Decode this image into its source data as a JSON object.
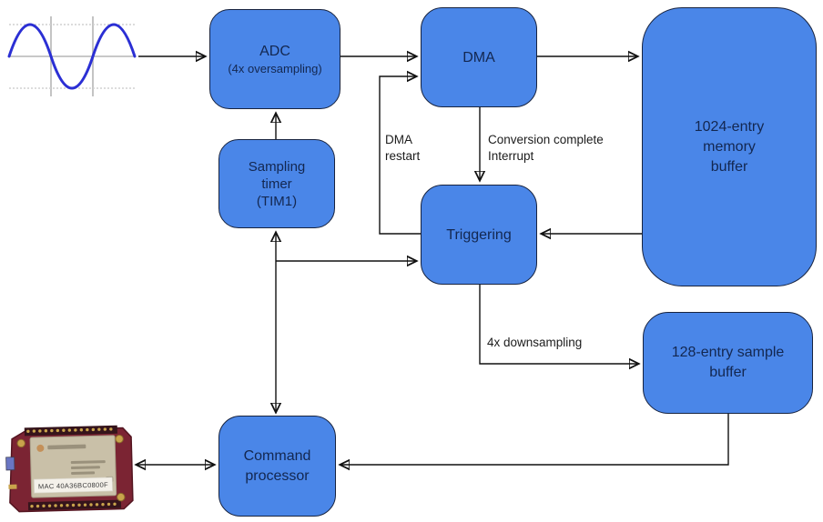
{
  "diagram": {
    "boxes": {
      "adc": {
        "title": "ADC",
        "subtitle": "(4x oversampling)"
      },
      "dma": {
        "title": "DMA"
      },
      "memory_buffer": {
        "line1": "1024-entry",
        "line2": "memory",
        "line3": "buffer"
      },
      "sampling_timer": {
        "line1": "Sampling",
        "line2": "timer",
        "line3": "(TIM1)"
      },
      "triggering": {
        "title": "Triggering"
      },
      "sample_buffer": {
        "line1": "128-entry sample",
        "line2": "buffer"
      },
      "command_processor": {
        "line1": "Command",
        "line2": "processor"
      }
    },
    "edge_labels": {
      "dma_restart_line1": "DMA",
      "dma_restart_line2": "restart",
      "conversion_complete_line1": "Conversion complete",
      "conversion_complete_line2": "Interrupt",
      "downsampling": "4x downsampling"
    },
    "board": {
      "mac_label": "MAC 40A36BC0800F"
    },
    "colors": {
      "box_fill": "#4a86e8",
      "box_border": "#17233f",
      "box_text": "#132750",
      "connector": "#111111",
      "edge_label_text": "#1c1c1c",
      "wave_blue": "#2b2fd4",
      "grid_gray": "#c4c4c4",
      "pcb_maroon": "#7b2433",
      "shield_beige": "#c9c0a8",
      "pad_gold": "#c9a34c"
    }
  }
}
